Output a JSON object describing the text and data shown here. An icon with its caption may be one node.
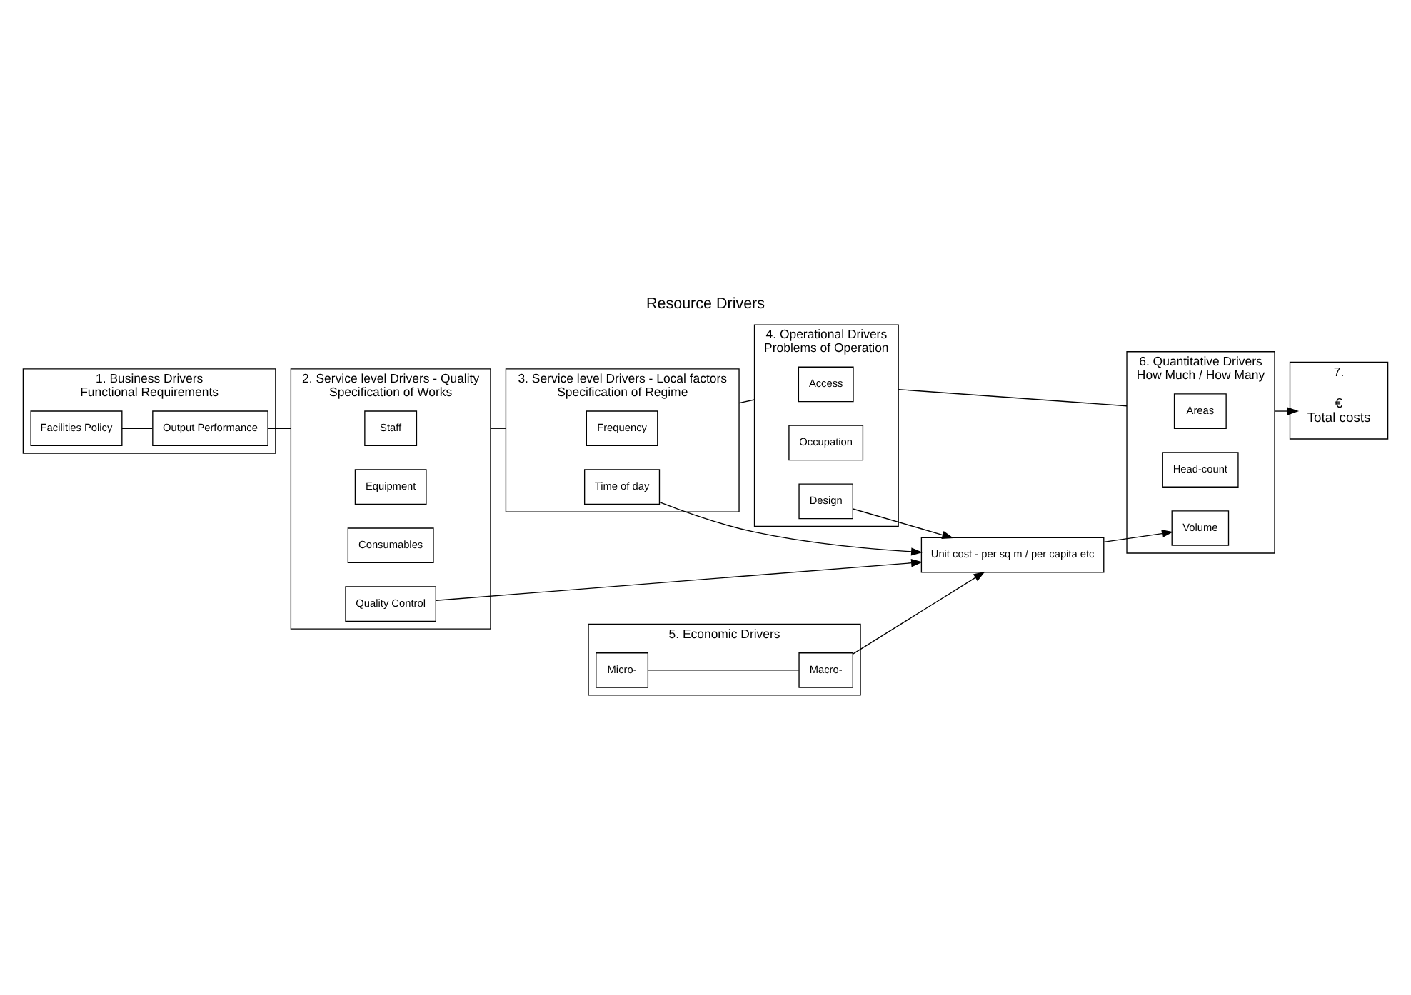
{
  "diagram": {
    "title": "Resource Drivers",
    "nodes": [
      {
        "text": [
          "1. Business Drivers",
          "Functional Requirements"
        ]
      },
      {
        "text": [
          "Facilities Policy"
        ],
        "in": 0
      },
      {
        "text": [
          "Output Performance"
        ],
        "in": 0
      },
      {
        "text": [
          "2. Service level Drivers - Quality",
          "Specification of Works"
        ]
      },
      {
        "text": [
          "Staff"
        ],
        "in": 3
      },
      {
        "text": [
          "Equipment"
        ],
        "in": 3
      },
      {
        "text": [
          "Consumables"
        ],
        "in": 3
      },
      {
        "text": [
          "Quality Control"
        ],
        "in": 3
      },
      {
        "text": [
          "3. Service level Drivers - Local factors",
          "Specification of Regime"
        ]
      },
      {
        "text": [
          "Frequency"
        ],
        "in": 8
      },
      {
        "text": [
          "Time of day"
        ],
        "in": 8
      },
      {
        "text": [
          "4. Operational Drivers",
          "Problems of Operation"
        ]
      },
      {
        "text": [
          "Access"
        ],
        "in": 11
      },
      {
        "text": [
          "Occupation"
        ],
        "in": 11
      },
      {
        "text": [
          "Design"
        ],
        "in": 11
      },
      {
        "text": [
          "5. Economic Drivers"
        ]
      },
      {
        "text": [
          "Micro-"
        ],
        "in": 15
      },
      {
        "text": [
          "Macro-"
        ],
        "in": 15
      },
      {
        "text": [
          "6. Quantitative Drivers",
          "How Much / How Many"
        ]
      },
      {
        "text": [
          "Areas"
        ],
        "in": 18
      },
      {
        "text": [
          "Head-count"
        ],
        "in": 18
      },
      {
        "text": [
          "Volume"
        ],
        "in": 18
      },
      {
        "text": [
          "7."
        ]
      },
      {
        "text": [
          "€",
          "Total costs"
        ],
        "in": 22
      },
      {
        "text": [
          "Unit cost - per sq m / per capita etc"
        ]
      }
    ],
    "edges": [
      {
        "from": 1,
        "to": 2,
        "arrow": "none"
      },
      {
        "from": 2,
        "to": 3,
        "arrow": "none"
      },
      {
        "from": 3,
        "to": 8,
        "arrow": "none"
      },
      {
        "from": 8,
        "to": 11,
        "arrow": "none"
      },
      {
        "from": 16,
        "to": 17,
        "arrow": "none"
      },
      {
        "from": 11,
        "to": 18,
        "arrow": "none"
      },
      {
        "from": 18,
        "to": 23,
        "arrow": "to"
      },
      {
        "from": 7,
        "to": 24,
        "arrow": "to"
      },
      {
        "from": 10,
        "to": 24,
        "arrow": "to"
      },
      {
        "from": 14,
        "to": 24,
        "arrow": "to"
      },
      {
        "from": 17,
        "to": 24,
        "arrow": "to"
      },
      {
        "from": 24,
        "to": 21,
        "arrow": "to"
      }
    ]
  }
}
